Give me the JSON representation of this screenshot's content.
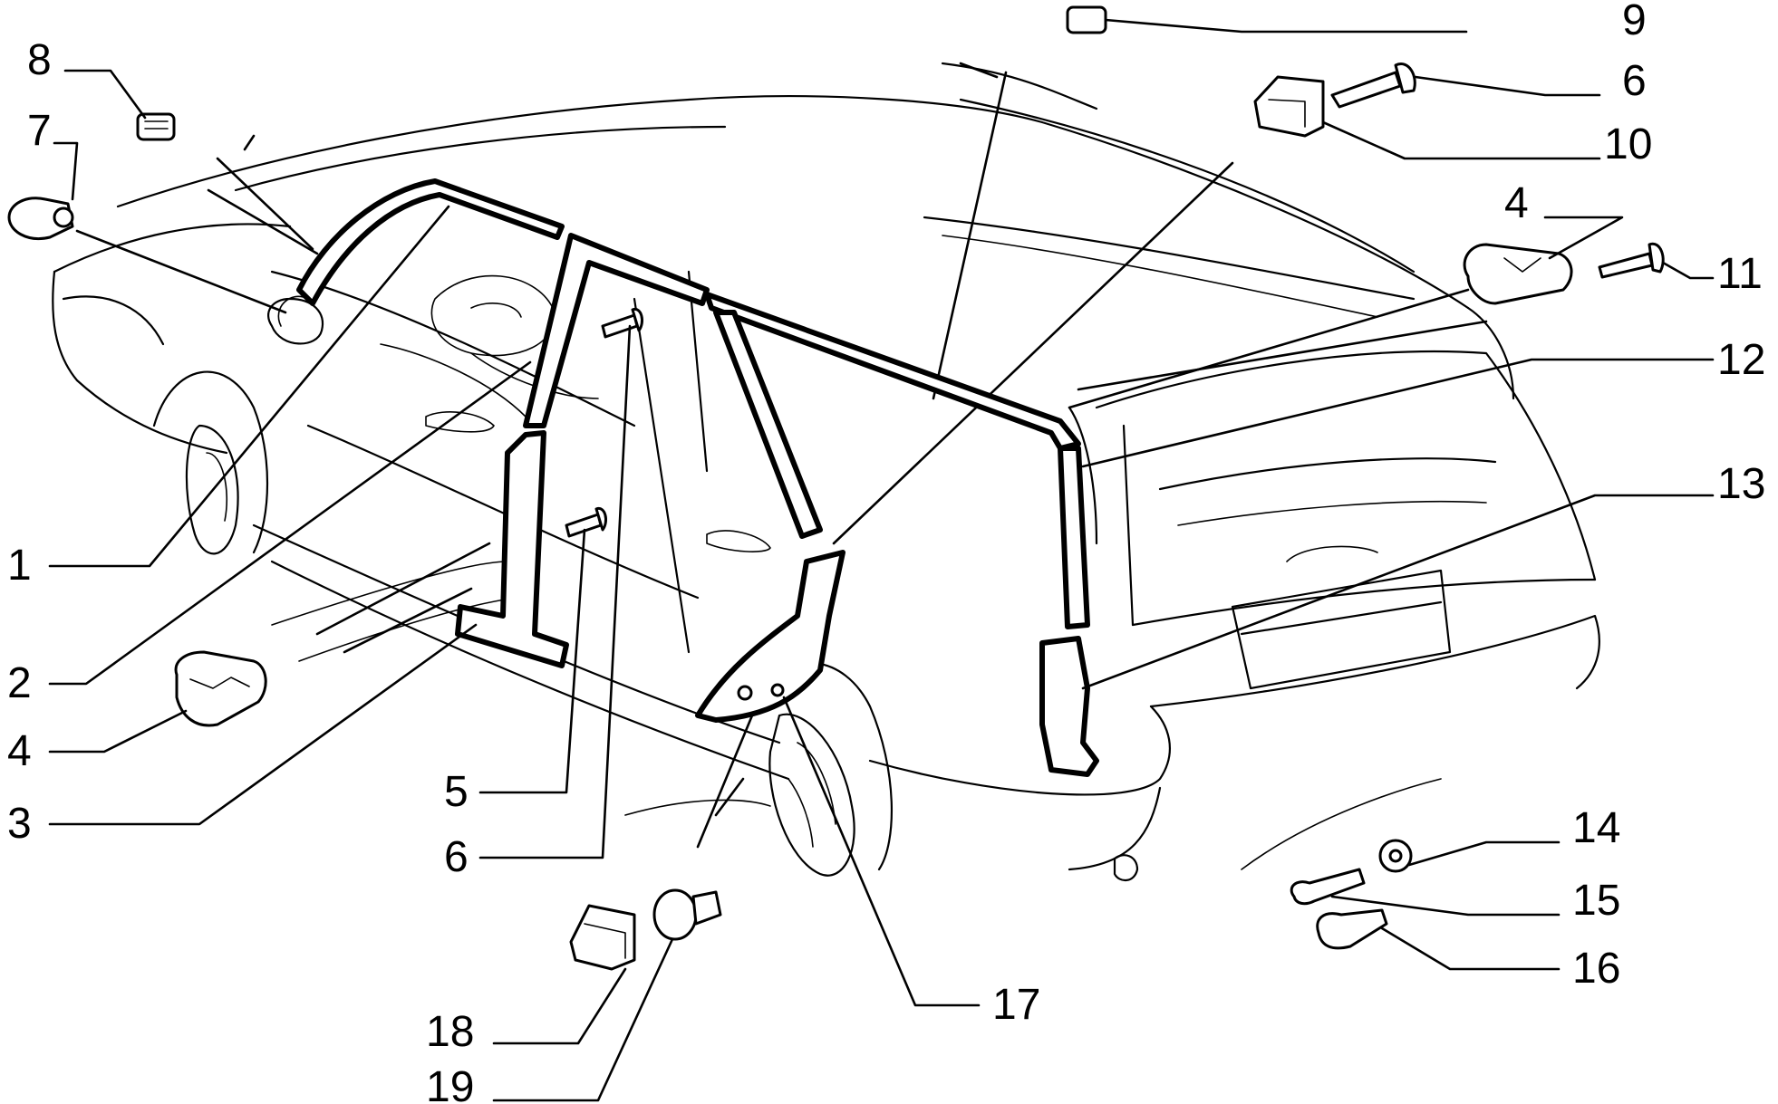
{
  "callouts": [
    "1",
    "2",
    "3",
    "4",
    "4",
    "5",
    "6",
    "6",
    "7",
    "8",
    "9",
    "10",
    "11",
    "12",
    "13",
    "14",
    "15",
    "16",
    "17",
    "18",
    "19"
  ],
  "colors": {
    "line": "#000000",
    "background": "#ffffff"
  }
}
